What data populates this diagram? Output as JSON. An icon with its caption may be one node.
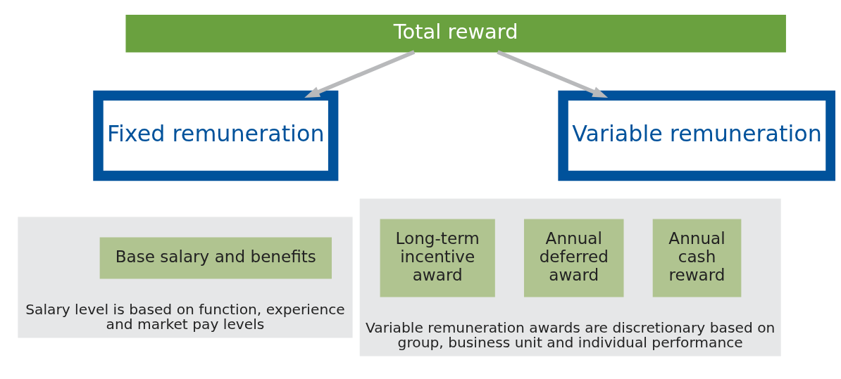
{
  "diagram": {
    "nodes": [
      {
        "text": [
          "Total reward"
        ]
      },
      {
        "text": [
          "Fixed remuneration"
        ]
      },
      {
        "text": [
          "Variable remuneration"
        ]
      },
      {
        "text": [
          "Salary level is based on function, experience and market pay levels"
        ]
      },
      {
        "text": [
          "Base salary and benefits"
        ],
        "in": 3
      },
      {
        "text": [
          "Variable remuneration awards are discretionary based on group, business unit and individual performance"
        ]
      },
      {
        "text": [
          "Annual cash reward"
        ],
        "in": 5
      },
      {
        "text": [
          "Annual deferred award"
        ],
        "in": 5
      },
      {
        "text": [
          "Long-term incentive award"
        ],
        "in": 5
      }
    ],
    "edges": [
      {
        "from": 0,
        "to": 1,
        "arrow": "to"
      },
      {
        "from": 0,
        "to": 2,
        "arrow": "to"
      }
    ]
  }
}
